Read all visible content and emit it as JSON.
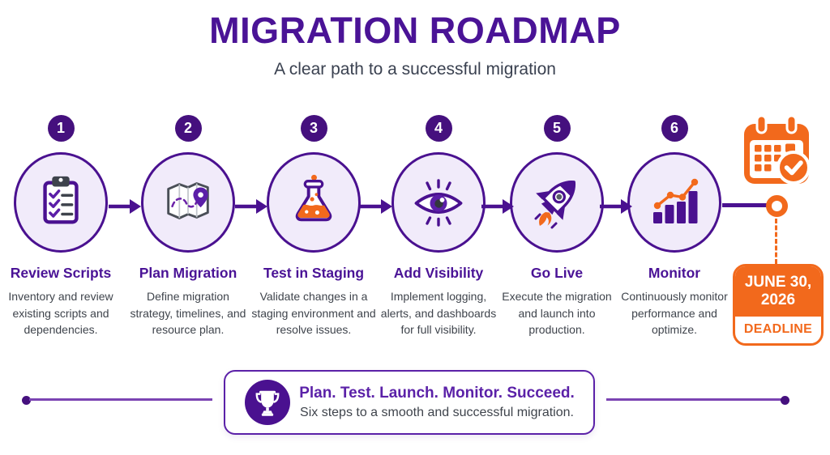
{
  "header": {
    "title": "MIGRATION ROADMAP",
    "subtitle": "A clear path to a successful migration"
  },
  "steps": [
    {
      "number": "1",
      "title": "Review Scripts",
      "description": "Inventory and review existing scripts and dependencies.",
      "icon": "clipboard-checklist-icon"
    },
    {
      "number": "2",
      "title": "Plan Migration",
      "description": "Define migration strategy, timelines, and resource plan.",
      "icon": "map-route-icon"
    },
    {
      "number": "3",
      "title": "Test in Staging",
      "description": "Validate changes in a staging environment and resolve issues.",
      "icon": "flask-icon"
    },
    {
      "number": "4",
      "title": "Add Visibility",
      "description": "Implement logging, alerts, and dashboards for full visibility.",
      "icon": "eye-icon"
    },
    {
      "number": "5",
      "title": "Go Live",
      "description": "Execute the migration and launch into production.",
      "icon": "rocket-icon"
    },
    {
      "number": "6",
      "title": "Monitor",
      "description": "Continuously monitor performance and optimize.",
      "icon": "bar-chart-trend-icon"
    }
  ],
  "deadline": {
    "date_line1": "JUNE 30,",
    "date_line2": "2026",
    "label": "DEADLINE",
    "icon": "calendar-check-icon"
  },
  "footer": {
    "headline": "Plan. Test. Launch. Monitor. Succeed.",
    "subtext": "Six steps to a smooth and successful migration.",
    "icon": "trophy-icon"
  },
  "colors": {
    "deep_purple": "#4A1190",
    "badge_purple": "#45107E",
    "accent_purple": "#5B21A8",
    "light_purple_fill": "#F1EBFA",
    "orange": "#F2691C",
    "text_gray": "#3F444C"
  }
}
